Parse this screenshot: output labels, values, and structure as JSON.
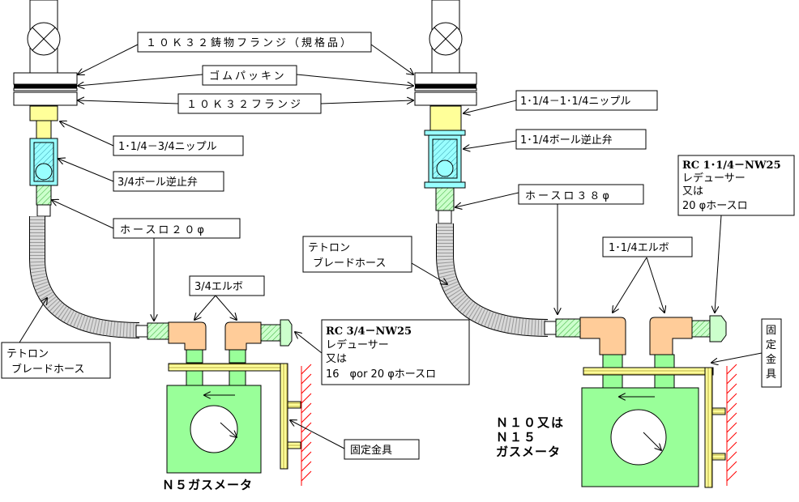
{
  "labels": {
    "flange_cast": "１０Ｋ３２鋳物フランジ（規格品）",
    "rubber_packing": "ゴムパッキン",
    "flange_10k32": "１０Ｋ３２フランジ",
    "left_nipple": "1･1/4－3/4ニップル",
    "left_check_valve": "3/4ボール逆止弁",
    "left_hose_port": "ホースロ２０φ",
    "left_elbow": "3/4エルボ",
    "left_hose_line1": "テトロン",
    "left_hose_line2": "ブレードホース",
    "left_reducer_line1": "RC 3/4－NW25",
    "left_reducer_line2": "レデューサー",
    "left_reducer_line3": "又は",
    "left_reducer_line4": "16　φor 20 φホースロ",
    "left_bracket": "固定金具",
    "left_meter": "Ｎ５ガスメータ",
    "right_nipple": "1･1/4－1･1/4ニップル",
    "right_check_valve": "1･1/4ボール逆止弁",
    "right_hose_port": "ホースロ３８φ",
    "right_hose_line1": "テトロン",
    "right_hose_line2": "ブレードホース",
    "right_reducer_line1": "RC 1･1/4－NW25",
    "right_reducer_line2": "レデューサー",
    "right_reducer_line3": "又は",
    "right_reducer_line4": "20 φホースロ",
    "right_elbow": "1･1/4エルボ",
    "right_bracket_line1": "固",
    "right_bracket_line2": "定",
    "right_bracket_line3": "金",
    "right_bracket_line4": "具",
    "right_meter_line1": "Ｎ１０又は",
    "right_meter_line2": "Ｎ１５",
    "right_meter_line3": "ガスメータ"
  },
  "colors": {
    "nipple": "#ffff99",
    "valve": "#99ffff",
    "fitting_green": "#99ff99",
    "elbow": "#ffcc99",
    "meter": "#99ff99",
    "hose": "#d9d9d9",
    "bracket": "#ffff99",
    "wall": "#ff0000"
  }
}
